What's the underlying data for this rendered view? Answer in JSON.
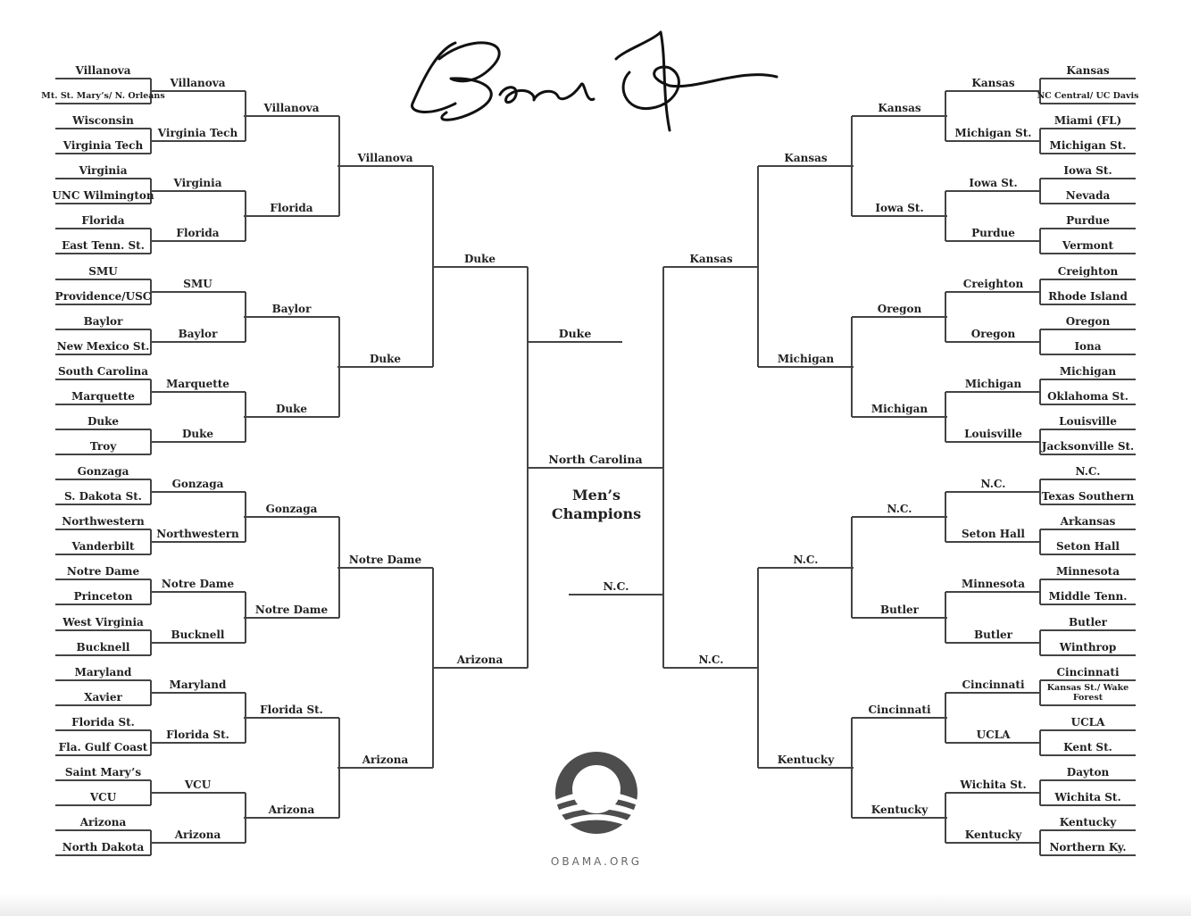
{
  "signature_image": "Barack Obama signature",
  "center": {
    "title_line1": "Men’s",
    "title_line2": "Champions"
  },
  "logo": {
    "icon": "obama-logo-icon",
    "text": "OBAMA.ORG"
  },
  "left": {
    "round1": [
      "Villanova",
      "Mt. St. Mary’s/ N. Orleans",
      "Wisconsin",
      "Virginia Tech",
      "Virginia",
      "UNC Wilmington",
      "Florida",
      "East Tenn. St.",
      "SMU",
      "Providence/USC",
      "Baylor",
      "New Mexico St.",
      "South Carolina",
      "Marquette",
      "Duke",
      "Troy",
      "Gonzaga",
      "S. Dakota St.",
      "Northwestern",
      "Vanderbilt",
      "Notre Dame",
      "Princeton",
      "West Virginia",
      "Bucknell",
      "Maryland",
      "Xavier",
      "Florida St.",
      "Fla. Gulf Coast",
      "Saint Mary’s",
      "VCU",
      "Arizona",
      "North Dakota"
    ],
    "round2": [
      "Villanova",
      "Virginia Tech",
      "Virginia",
      "Florida",
      "SMU",
      "Baylor",
      "Marquette",
      "Duke",
      "Gonzaga",
      "Northwestern",
      "Notre Dame",
      "Bucknell",
      "Maryland",
      "Florida St.",
      "VCU",
      "Arizona"
    ],
    "sweet16": [
      "Villanova",
      "Florida",
      "Baylor",
      "Duke",
      "Gonzaga",
      "Notre Dame",
      "Florida St.",
      "Arizona"
    ],
    "elite8": [
      "Villanova",
      "Duke",
      "Notre Dame",
      "Arizona"
    ],
    "final4": [
      "Duke",
      "Arizona"
    ],
    "finalist": "Duke"
  },
  "right": {
    "round1": [
      "Kansas",
      "NC Central/ UC Davis",
      "Miami (FL)",
      "Michigan St.",
      "Iowa St.",
      "Nevada",
      "Purdue",
      "Vermont",
      "Creighton",
      "Rhode Island",
      "Oregon",
      "Iona",
      "Michigan",
      "Oklahoma St.",
      "Louisville",
      "Jacksonville St.",
      "N.C.",
      "Texas Southern",
      "Arkansas",
      "Seton Hall",
      "Minnesota",
      "Middle Tenn.",
      "Butler",
      "Winthrop",
      "Cincinnati",
      "Kansas St./ Wake Forest",
      "UCLA",
      "Kent St.",
      "Dayton",
      "Wichita St.",
      "Kentucky",
      "Northern Ky."
    ],
    "round2": [
      "Kansas",
      "Michigan St.",
      "Iowa St.",
      "Purdue",
      "Creighton",
      "Oregon",
      "Michigan",
      "Louisville",
      "N.C.",
      "Seton Hall",
      "Minnesota",
      "Butler",
      "Cincinnati",
      "UCLA",
      "Wichita St.",
      "Kentucky"
    ],
    "sweet16": [
      "Kansas",
      "Iowa St.",
      "Oregon",
      "Michigan",
      "N.C.",
      "Butler",
      "Cincinnati",
      "Kentucky"
    ],
    "elite8": [
      "Kansas",
      "Michigan",
      "N.C.",
      "Kentucky"
    ],
    "final4": [
      "Kansas",
      "N.C."
    ],
    "finalist": "N.C."
  },
  "champion": "North Carolina"
}
